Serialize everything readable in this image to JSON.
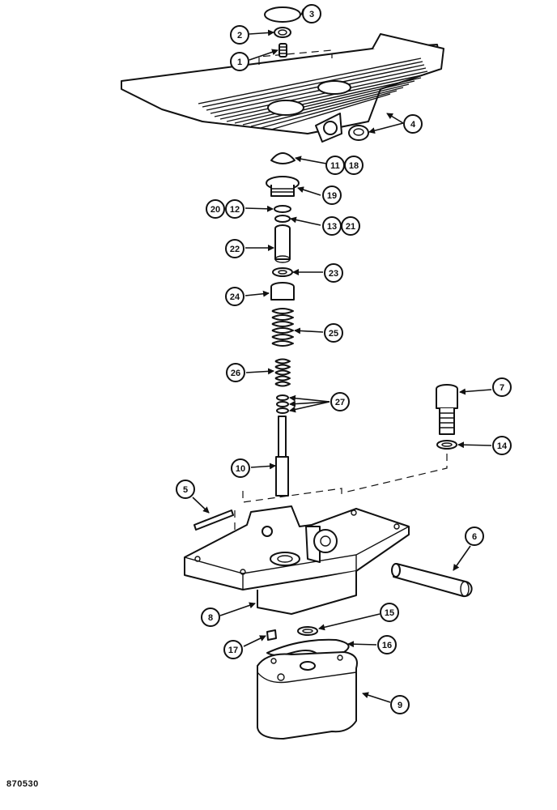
{
  "figure_code": "870530",
  "callouts": [
    "1",
    "2",
    "3",
    "4",
    "5",
    "6",
    "7",
    "8",
    "9",
    "10",
    "11",
    "12",
    "13",
    "14",
    "15",
    "16",
    "17",
    "18",
    "19",
    "20",
    "21",
    "22",
    "23",
    "24",
    "25",
    "26",
    "27"
  ],
  "icons": [
    "foot-pedal-valve-exploded-view"
  ]
}
